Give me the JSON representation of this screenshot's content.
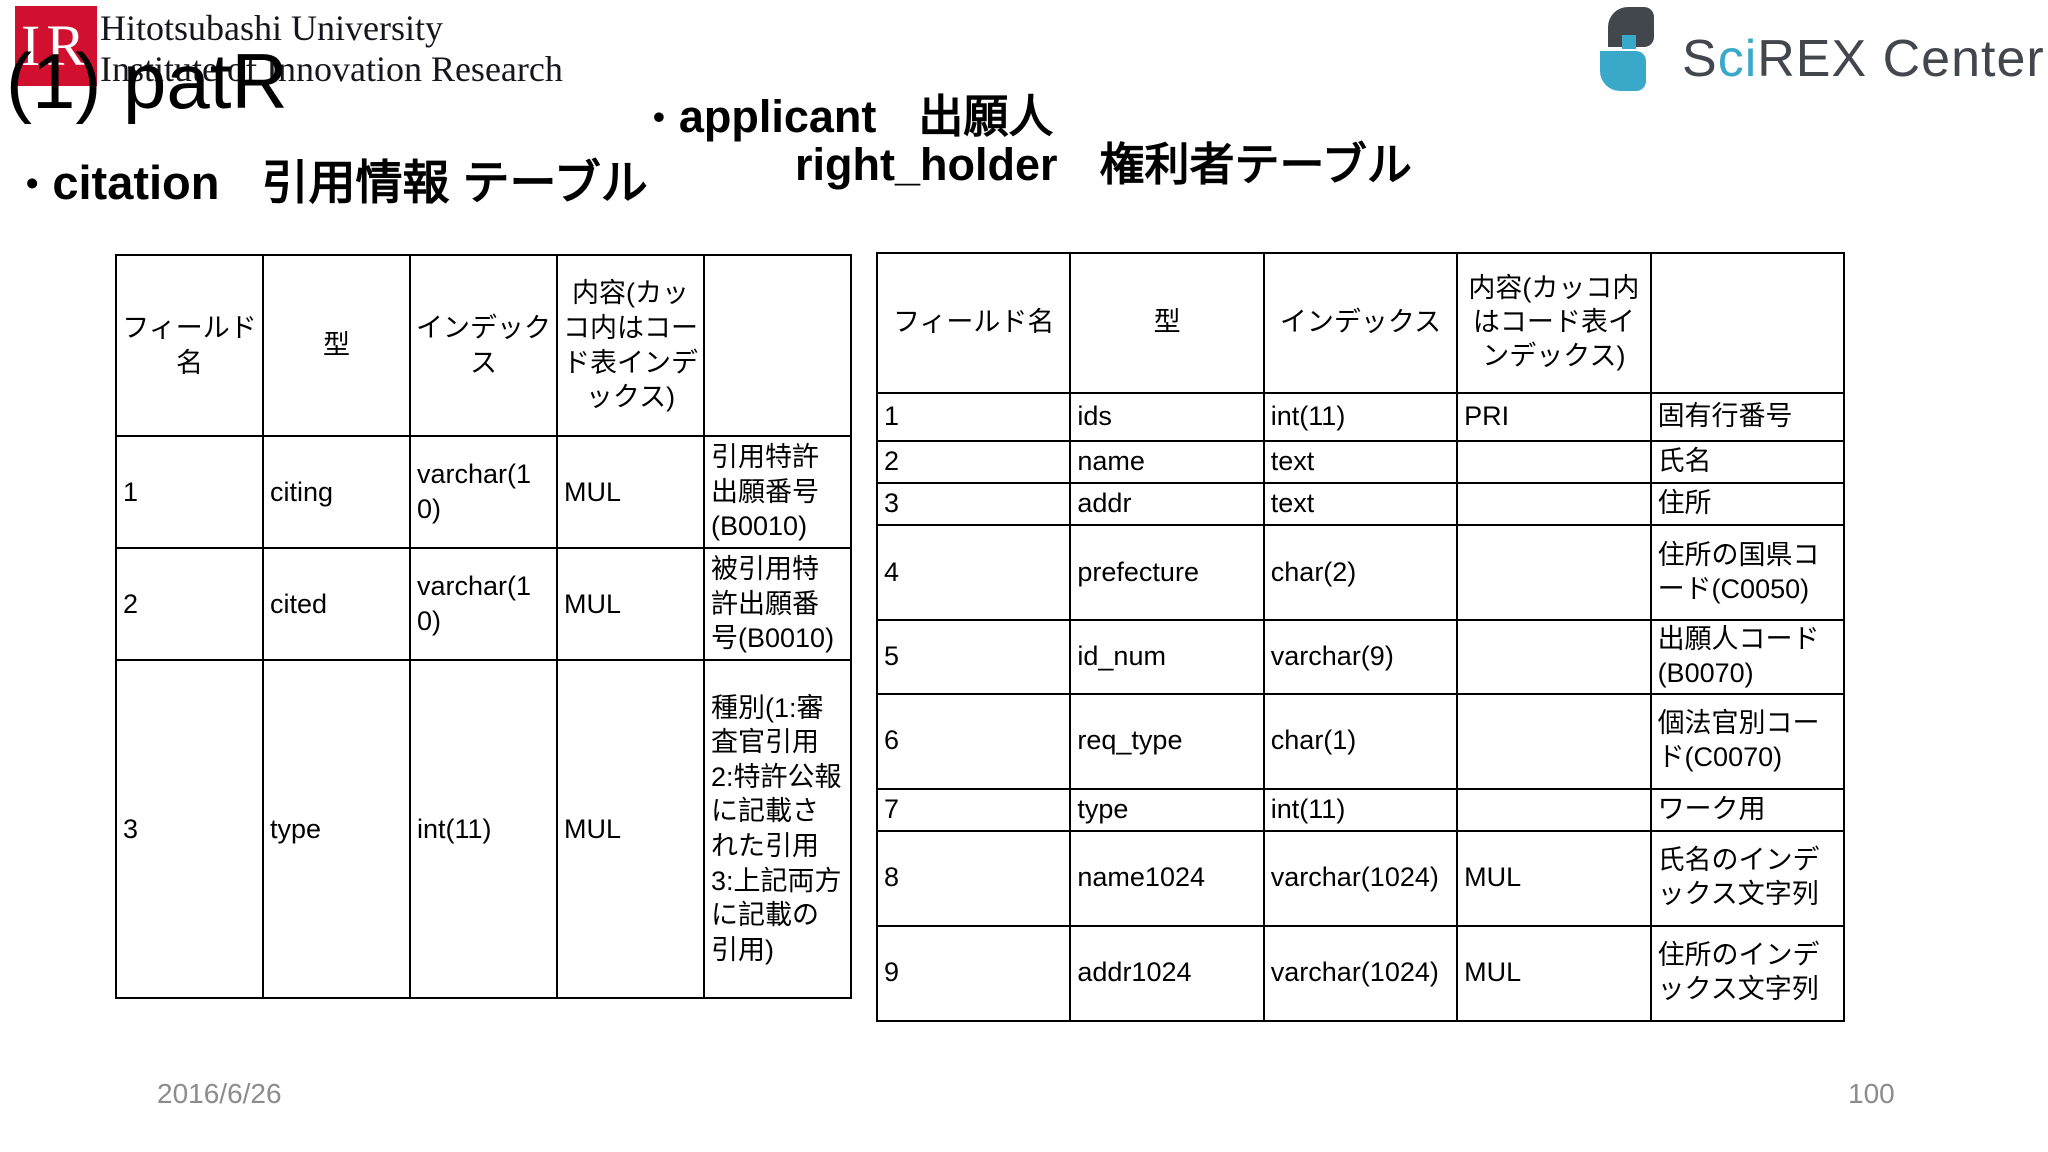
{
  "slide": {
    "title": "(1) patR",
    "footer": {
      "date": "2016/6/26",
      "page": "100"
    }
  },
  "branding": {
    "university": {
      "logo_abbr": "IR",
      "logo_color": "#d10f2f",
      "name_line1": "Hitotsubashi University",
      "name_line2": "Institute of Innovation Research"
    },
    "scirex": {
      "part_s": "S",
      "part_ci": "ci",
      "part_rest": "REX Center",
      "dark_color": "#41474d",
      "teal_color": "#3aa9c9"
    }
  },
  "sections": {
    "citation": {
      "bullet": "•",
      "name": "citation",
      "label": "引用情報 テーブル"
    },
    "applicant": {
      "bullet": "•",
      "name": "applicant",
      "label": "出願人",
      "name2": "right_holder",
      "label2": "権利者テーブル"
    }
  },
  "citation_table": {
    "headers": [
      "フィールド名",
      "型",
      "インデックス",
      "内容(カッコ内はコード表インデックス)",
      ""
    ],
    "rows": [
      [
        "1",
        "citing",
        "varchar(10)",
        "MUL",
        "引用特許出願番号(B0010)"
      ],
      [
        "2",
        "cited",
        "varchar(10)",
        "MUL",
        "被引用特許出願番号(B0010)"
      ],
      [
        "3",
        "type",
        "int(11)",
        "MUL",
        "種別(1:審査官引用 2:特許公報に記載された引用 3:上記両方に記載の引用)"
      ]
    ]
  },
  "applicant_table": {
    "headers": [
      "フィールド名",
      "型",
      "インデックス",
      "内容(カッコ内はコード表インデックス)",
      ""
    ],
    "rows": [
      [
        "1",
        "ids",
        "int(11)",
        "PRI",
        "固有行番号"
      ],
      [
        "2",
        "name",
        "text",
        "",
        "氏名"
      ],
      [
        "3",
        "addr",
        "text",
        "",
        "住所"
      ],
      [
        "4",
        "prefecture",
        "char(2)",
        "",
        "住所の国県コード(C0050)"
      ],
      [
        "5",
        "id_num",
        "varchar(9)",
        "",
        "出願人コード(B0070)"
      ],
      [
        "6",
        "req_type",
        "char(1)",
        "",
        "個法官別コード(C0070)"
      ],
      [
        "7",
        "type",
        "int(11)",
        "",
        "ワーク用"
      ],
      [
        "8",
        "name1024",
        "varchar(1024)",
        "MUL",
        "氏名のインデックス文字列"
      ],
      [
        "9",
        "addr1024",
        "varchar(1024)",
        "MUL",
        "住所のインデックス文字列"
      ]
    ]
  }
}
